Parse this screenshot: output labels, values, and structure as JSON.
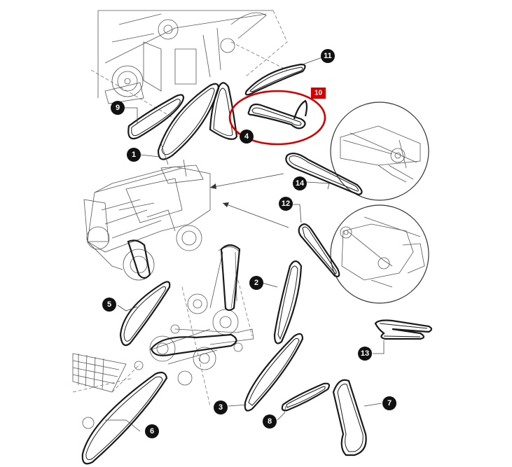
{
  "callout_labels": [
    "1",
    "2",
    "3",
    "4",
    "5",
    "6",
    "7",
    "8",
    "9",
    "11",
    "12",
    "13",
    "14"
  ],
  "highlighted_label": "10",
  "colors": {
    "highlight": "#d40000",
    "ink": "#1a1a1a",
    "badge": "#111111"
  }
}
